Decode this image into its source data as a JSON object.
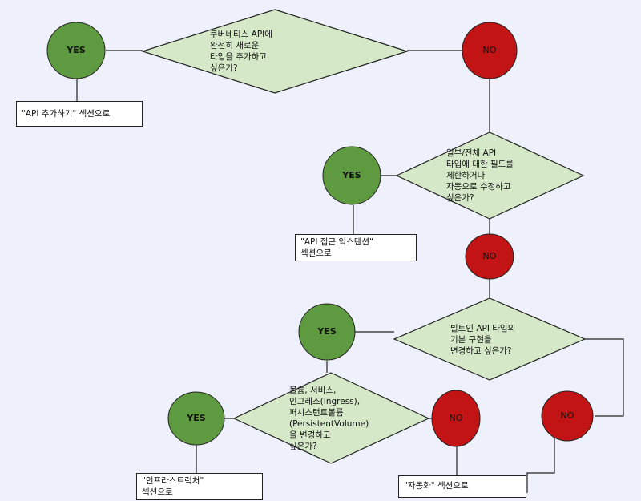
{
  "colors": {
    "background": "#eef1fb",
    "yes_fill": "#5e9a3f",
    "no_fill": "#c21414",
    "diamond_fill": "#d5e8c8",
    "line": "#222222"
  },
  "yes_label": "YES",
  "no_label": "NO",
  "decisions": [
    {
      "lines": [
        "쿠버네티스 API에",
        "완전히 새로운",
        "타입을 추가하고",
        "싶은가?"
      ]
    },
    {
      "lines": [
        "일부/전체 API",
        "타입에 대한 필드를",
        "제한하거나",
        "자동으로 수정하고",
        "싶은가?"
      ]
    },
    {
      "lines": [
        "빌트인 API 타입의",
        "기본 구현을",
        "변경하고 싶은가?"
      ]
    },
    {
      "lines": [
        "볼륨, 서비스,",
        "인그레스(Ingress),",
        "퍼시스턴트볼륨",
        "(PersistentVolume)",
        "을 변경하고",
        "싶은가?"
      ]
    }
  ],
  "outcomes": [
    {
      "lines": [
        "\"API 추가하기\" 섹션으로"
      ]
    },
    {
      "lines": [
        "\"API 접근 익스텐션\"",
        "섹션으로"
      ]
    },
    {
      "lines": [
        "\"인프라스트럭처\"",
        "섹션으로"
      ]
    },
    {
      "lines": [
        "\"자동화\" 섹션으로"
      ]
    }
  ]
}
